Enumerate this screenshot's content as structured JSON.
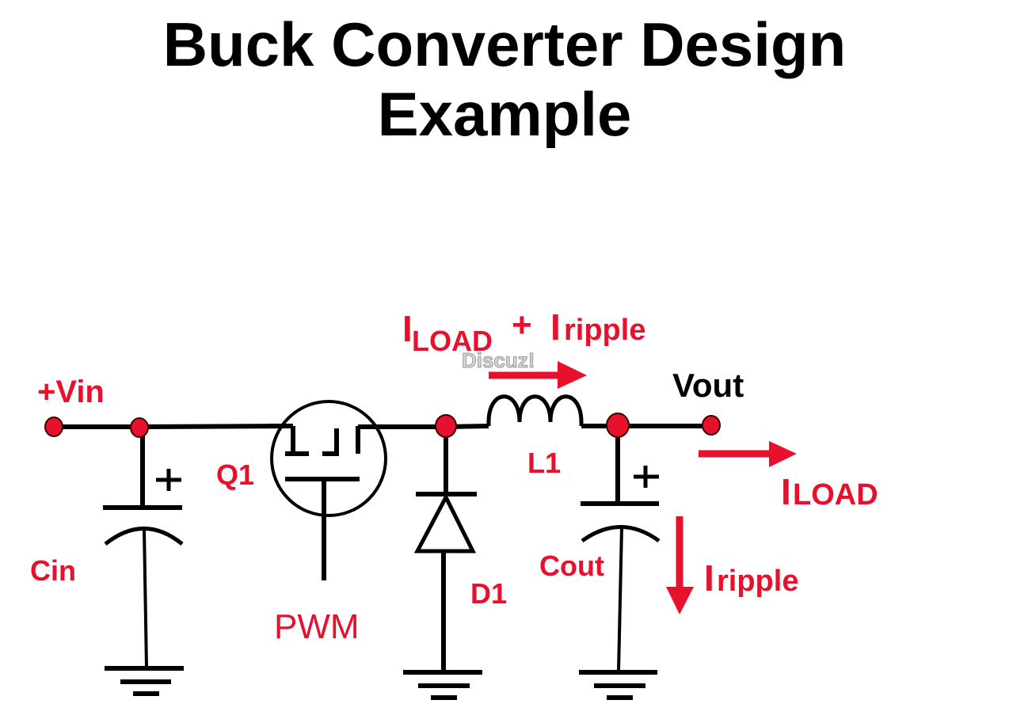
{
  "title": {
    "line1": "Buck Converter Design",
    "line2": "Example"
  },
  "colors": {
    "accent_red": "#e8112d",
    "wire": "#000000",
    "watermark": "#d6d6d6"
  },
  "labels": {
    "vin": "+Vin",
    "q1": "Q1",
    "pwm": "PWM",
    "cin": "Cin",
    "d1": "D1",
    "l1": "L1",
    "cout": "Cout",
    "vout": "Vout",
    "cin_polarity": "+",
    "cout_polarity": "+"
  },
  "currents": {
    "inductor": {
      "main": "I",
      "sub": "LOAD",
      "plus": "+",
      "ripple_main": "I",
      "ripple_rest": "ripple"
    },
    "load": {
      "main": "I",
      "rest": "LOAD"
    },
    "ripple": {
      "main": "I",
      "rest": "ripple"
    }
  },
  "watermark": "Discuz!",
  "components": [
    {
      "id": "Cin",
      "type": "polarized-capacitor"
    },
    {
      "id": "Q1",
      "type": "mosfet"
    },
    {
      "id": "D1",
      "type": "diode"
    },
    {
      "id": "L1",
      "type": "inductor"
    },
    {
      "id": "Cout",
      "type": "polarized-capacitor"
    }
  ]
}
